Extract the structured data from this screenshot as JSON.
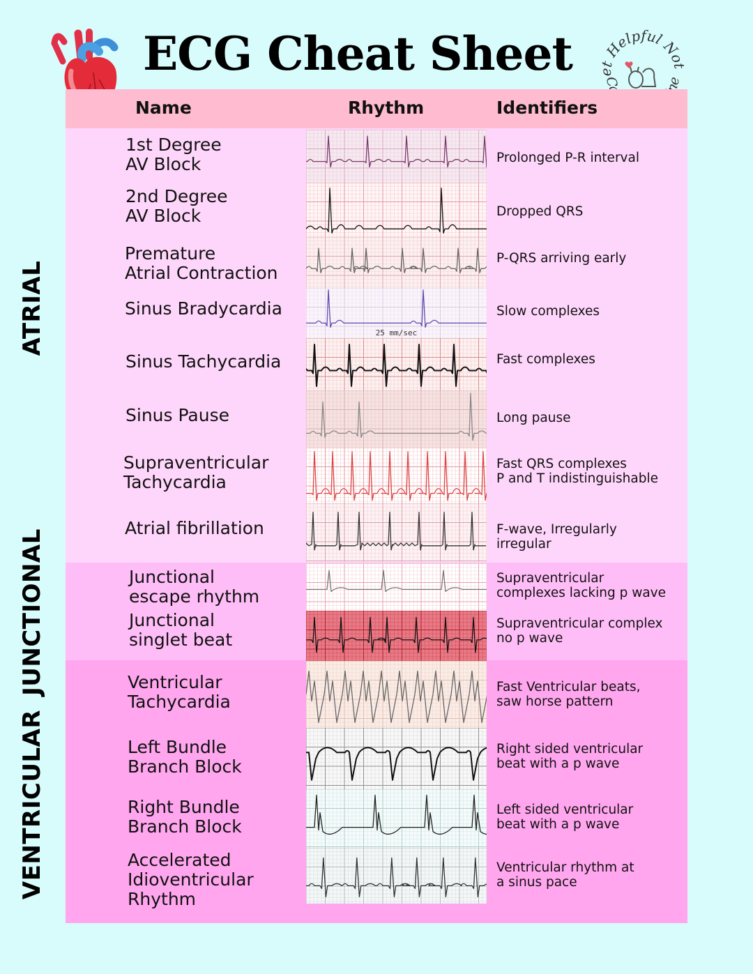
{
  "title": "ECG Cheat Sheet",
  "badge": {
    "line_top": "Vet Helpful Notes",
    "line_bottom": "Canine ♥ Feline"
  },
  "headers": {
    "name": "Name",
    "rhythm": "Rhythm",
    "identifiers": "Identifiers"
  },
  "sections": [
    {
      "label": "ATRIAL",
      "color": "#ffd6fb"
    },
    {
      "label": "JUNCTIONAL",
      "color": "#ffbdf7"
    },
    {
      "label": "VENTRICULAR",
      "color": "#ffa6ee"
    }
  ],
  "rows": [
    {
      "name": "1st Degree\nAV Block",
      "identifier": "Prolonged P-R interval",
      "trace": "first-degree"
    },
    {
      "name": "2nd Degree\nAV Block",
      "identifier": "Dropped QRS",
      "trace": "second-degree"
    },
    {
      "name": "Premature\nAtrial Contraction",
      "identifier": "P-QRS arriving early",
      "trace": "pac"
    },
    {
      "name": "Sinus Bradycardia",
      "identifier": "Slow complexes",
      "trace": "brady",
      "strip_label": "25 mm/sec"
    },
    {
      "name": "Sinus Tachycardia",
      "identifier": "Fast complexes",
      "trace": "tachy"
    },
    {
      "name": "Sinus Pause",
      "identifier": "Long pause",
      "trace": "pause"
    },
    {
      "name": "Supraventricular\nTachycardia",
      "identifier": "Fast QRS complexes\nP and T indistinguishable",
      "trace": "svt"
    },
    {
      "name": "Atrial fibrillation",
      "identifier": "F-wave, Irregularly\nirregular",
      "trace": "afib"
    },
    {
      "name": "Junctional\nescape rhythm",
      "identifier": "Supraventricular\ncomplexes lacking p wave",
      "trace": "junc-escape"
    },
    {
      "name": "Junctional\nsinglet beat",
      "identifier": "Supraventricular complex\nno p wave",
      "trace": "junc-singlet"
    },
    {
      "name": "Ventricular\nTachycardia",
      "identifier": "Fast Ventricular beats,\nsaw horse pattern",
      "trace": "vtach"
    },
    {
      "name": "Left Bundle\nBranch Block",
      "identifier": "Right sided ventricular\nbeat with a p wave",
      "trace": "lbbb"
    },
    {
      "name": "Right Bundle\nBranch Block",
      "identifier": "Left sided ventricular\nbeat with a p wave",
      "trace": "rbbb"
    },
    {
      "name": "Accelerated\nIdioventricular\nRhythm",
      "identifier": "Ventricular rhythm at\na sinus pace",
      "trace": "aivr"
    }
  ]
}
